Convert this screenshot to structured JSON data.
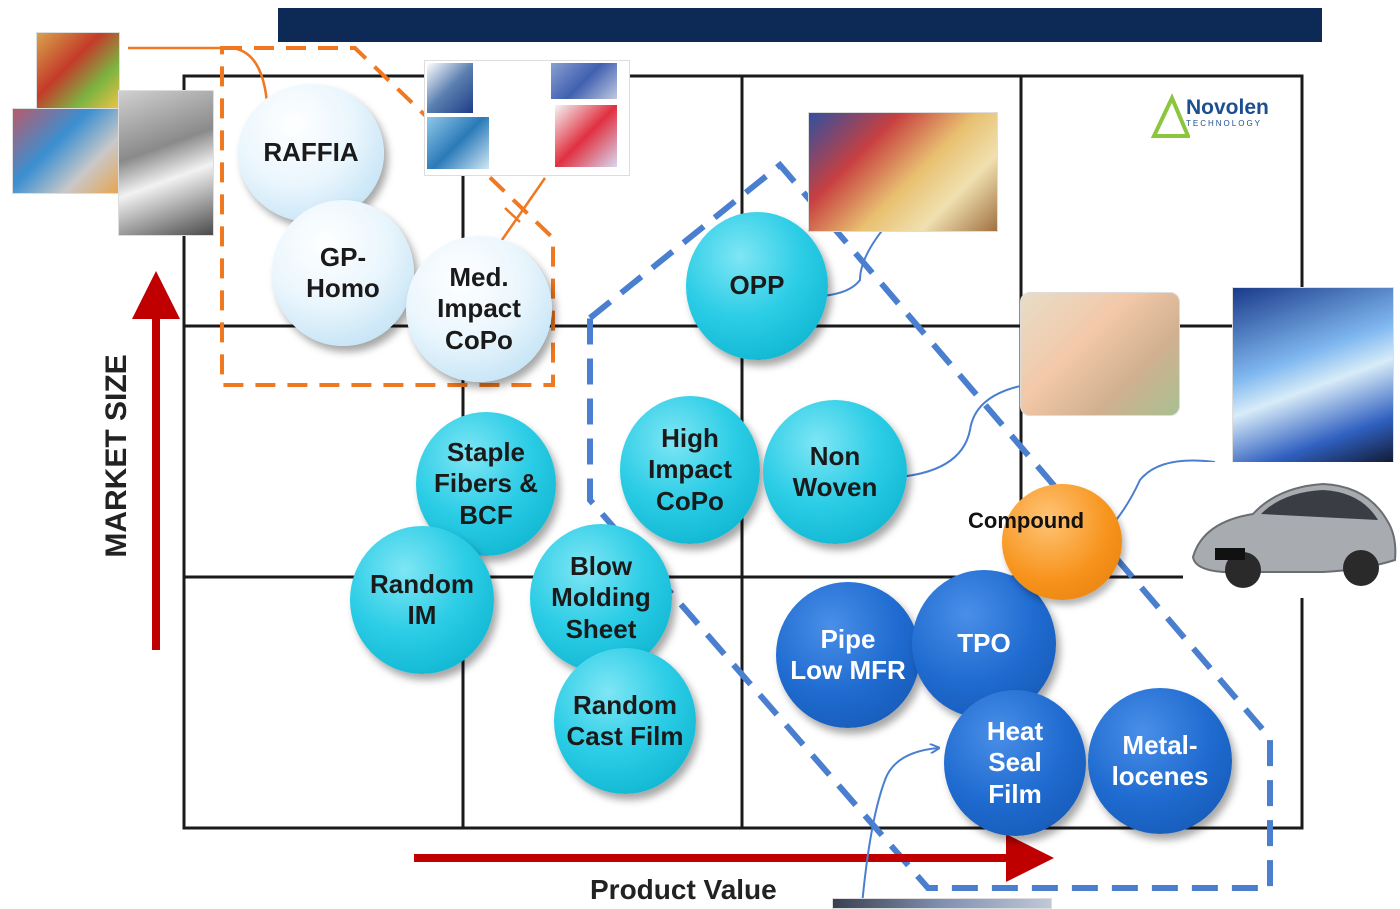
{
  "header_bar_color": "#0d2a57",
  "logo": {
    "name": "Novolen",
    "sub": "TECHNOLOGY"
  },
  "axes": {
    "y_label": "MARKET SIZE",
    "x_label": "Product Value"
  },
  "bubbles": {
    "raffia": "RAFFIA",
    "gp_homo": "GP-\nHomo",
    "med_impact": "Med.\nImpact\nCoPo",
    "opp": "OPP",
    "staple": "Staple\nFibers &\nBCF",
    "high_impact": "High\nImpact\nCoPo",
    "non_woven": "Non\nWoven",
    "random_im": "Random\nIM",
    "blow_molding": "Blow\nMolding\nSheet",
    "random_cast": "Random\nCast Film",
    "pipe": "Pipe\nLow MFR",
    "tpo": "TPO",
    "heat_seal": "Heat\nSeal\nFilm",
    "metallocenes": "Metal-\nlocenes",
    "compound": "Compound"
  },
  "colors": {
    "grid": "#1a1a1a",
    "arrow": "#c00000",
    "orange_dash": "#f07820",
    "blue_dash": "#4a7fd0",
    "connector": "#4a7fd0"
  }
}
